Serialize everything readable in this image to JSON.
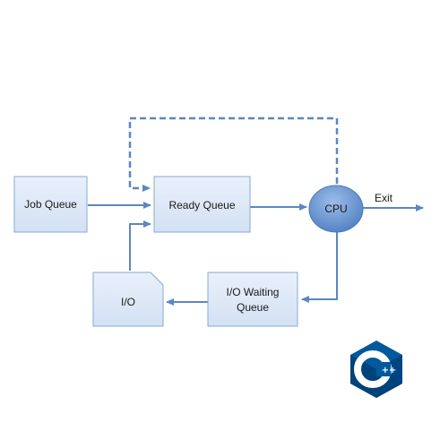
{
  "nodes": {
    "job_queue": "Job Queue",
    "ready_queue": "Ready Queue",
    "cpu": "CPU",
    "io": "I/O",
    "io_waiting_line1": "I/O Waiting",
    "io_waiting_line2": "Queue"
  },
  "edges": {
    "exit": "Exit"
  },
  "logo": {
    "letter": "C",
    "plus": "++"
  },
  "colors": {
    "box_fill": "#dde8f6",
    "box_stroke": "#86a9d4",
    "edge": "#5b87c0",
    "cpu_fill": "#6f9bd6",
    "logo_dark": "#00427a",
    "logo_mid": "#00599c",
    "logo_light": "#659ad2"
  }
}
